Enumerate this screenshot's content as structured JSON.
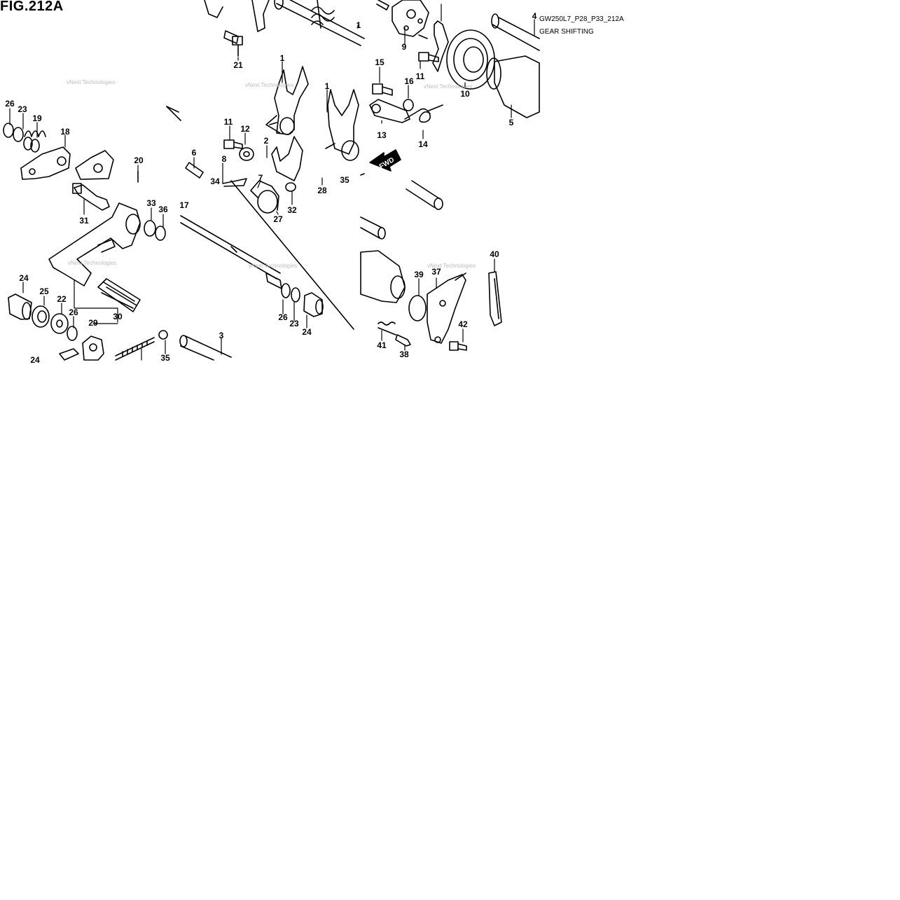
{
  "figure": {
    "title": "FIG.212A",
    "reference_code": "GW250L7_P28_P33_212A",
    "subtitle": "GEAR SHIFTING",
    "direction_label": "FWD",
    "watermark": "vNext Technologies"
  },
  "callouts": {
    "c1a": "1",
    "c1b": "1",
    "c1c": "1",
    "c2": "2",
    "c3": "3",
    "c4": "4",
    "c5": "5",
    "c6": "6",
    "c7": "7",
    "c8": "8",
    "c9": "9",
    "c10": "10",
    "c11a": "11",
    "c11b": "11",
    "c12": "12",
    "c13": "13",
    "c14": "14",
    "c15": "15",
    "c16": "16",
    "c17": "17",
    "c18": "18",
    "c19": "19",
    "c20": "20",
    "c21": "21",
    "c22": "22",
    "c23a": "23",
    "c23b": "23",
    "c24a": "24",
    "c24b": "24",
    "c24c": "24",
    "c25": "25",
    "c26a": "26",
    "c26b": "26",
    "c26c": "26",
    "c27": "27",
    "c28": "28",
    "c29": "29",
    "c30": "30",
    "c31": "31",
    "c32": "32",
    "c33": "33",
    "c34": "34",
    "c35a": "35",
    "c35b": "35",
    "c36": "36",
    "c37": "37",
    "c38": "38",
    "c39": "39",
    "c40": "40",
    "c41": "41",
    "c42": "42"
  }
}
